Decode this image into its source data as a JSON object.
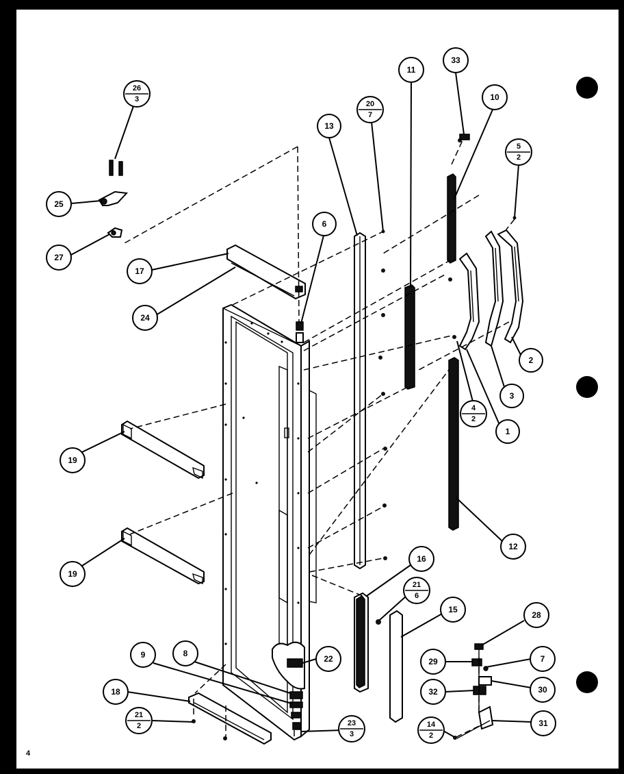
{
  "page_number": "4",
  "callouts": [
    {
      "id": "c-26-3",
      "num": "26",
      "den": "3"
    },
    {
      "id": "c-25",
      "label": "25"
    },
    {
      "id": "c-27",
      "label": "27"
    },
    {
      "id": "c-17",
      "label": "17"
    },
    {
      "id": "c-24",
      "label": "24"
    },
    {
      "id": "c-6",
      "label": "6"
    },
    {
      "id": "c-13",
      "label": "13"
    },
    {
      "id": "c-20-7",
      "num": "20",
      "den": "7"
    },
    {
      "id": "c-11",
      "label": "11"
    },
    {
      "id": "c-33",
      "label": "33"
    },
    {
      "id": "c-10",
      "label": "10"
    },
    {
      "id": "c-5-2",
      "num": "5",
      "den": "2"
    },
    {
      "id": "c-2",
      "label": "2"
    },
    {
      "id": "c-3",
      "label": "3"
    },
    {
      "id": "c-4-2",
      "num": "4",
      "den": "2"
    },
    {
      "id": "c-1",
      "label": "1"
    },
    {
      "id": "c-19a",
      "label": "19"
    },
    {
      "id": "c-19b",
      "label": "19"
    },
    {
      "id": "c-12",
      "label": "12"
    },
    {
      "id": "c-16",
      "label": "16"
    },
    {
      "id": "c-21-6",
      "num": "21",
      "den": "6"
    },
    {
      "id": "c-15",
      "label": "15"
    },
    {
      "id": "c-28",
      "label": "28"
    },
    {
      "id": "c-29",
      "label": "29"
    },
    {
      "id": "c-7",
      "label": "7"
    },
    {
      "id": "c-32",
      "label": "32"
    },
    {
      "id": "c-30",
      "label": "30"
    },
    {
      "id": "c-14-2",
      "num": "14",
      "den": "2"
    },
    {
      "id": "c-31",
      "label": "31"
    },
    {
      "id": "c-9",
      "label": "9"
    },
    {
      "id": "c-8",
      "label": "8"
    },
    {
      "id": "c-22",
      "label": "22"
    },
    {
      "id": "c-18",
      "label": "18"
    },
    {
      "id": "c-21-2",
      "num": "21",
      "den": "2"
    },
    {
      "id": "c-23-3",
      "num": "23",
      "den": "3"
    }
  ]
}
